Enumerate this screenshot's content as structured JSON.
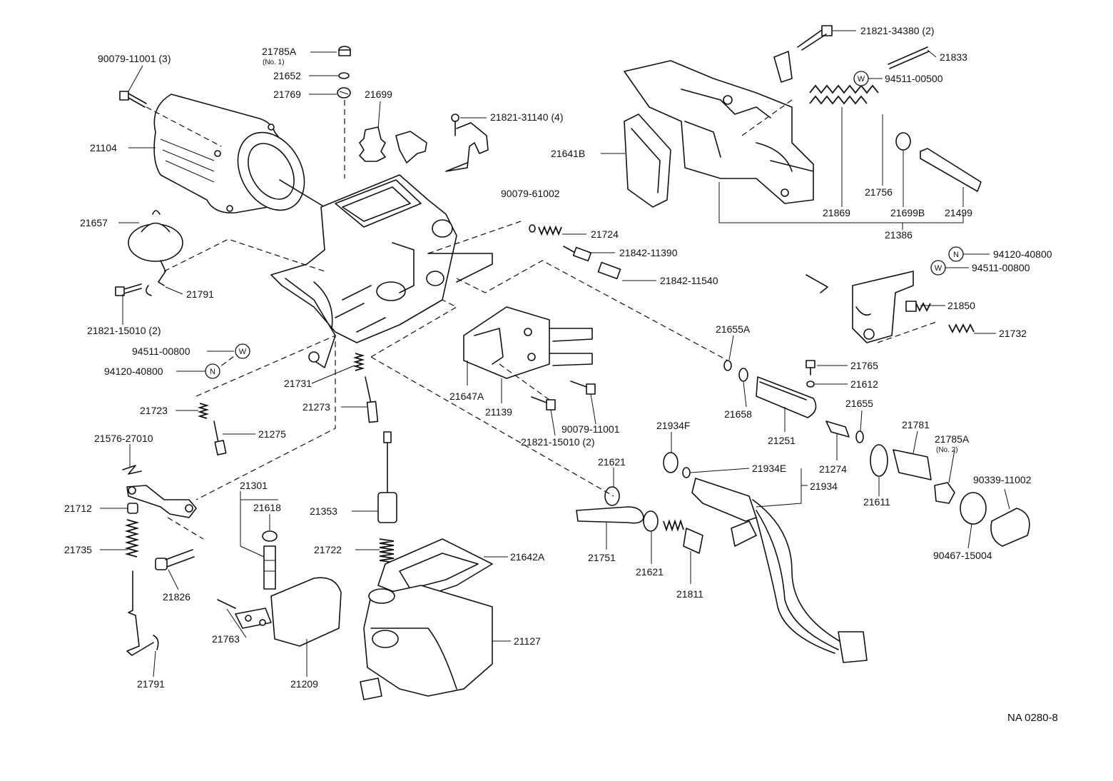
{
  "diagram": {
    "reference_code": "NA 0280-8",
    "labels": [
      {
        "id": "l1",
        "text": "90079-11001 (3)"
      },
      {
        "id": "l2",
        "text": "21785A"
      },
      {
        "id": "l2s",
        "text": "(No. 1)"
      },
      {
        "id": "l3",
        "text": "21652"
      },
      {
        "id": "l4",
        "text": "21769"
      },
      {
        "id": "l5",
        "text": "21699"
      },
      {
        "id": "l6",
        "text": "21821-31140 (4)"
      },
      {
        "id": "l7",
        "text": "21104"
      },
      {
        "id": "l8",
        "text": "21657"
      },
      {
        "id": "l9",
        "text": "21791"
      },
      {
        "id": "l10",
        "text": "21821-15010 (2)"
      },
      {
        "id": "l11",
        "text": "94511-00800"
      },
      {
        "id": "l12",
        "text": "94120-40800"
      },
      {
        "id": "l13",
        "text": "21731"
      },
      {
        "id": "l14",
        "text": "21723"
      },
      {
        "id": "l15",
        "text": "21273"
      },
      {
        "id": "l16",
        "text": "21275"
      },
      {
        "id": "l17",
        "text": "21576-27010"
      },
      {
        "id": "l18",
        "text": "21712"
      },
      {
        "id": "l19",
        "text": "21735"
      },
      {
        "id": "l20",
        "text": "21826"
      },
      {
        "id": "l21",
        "text": "21791"
      },
      {
        "id": "l22",
        "text": "21301"
      },
      {
        "id": "l23",
        "text": "21618"
      },
      {
        "id": "l24",
        "text": "21763"
      },
      {
        "id": "l25",
        "text": "21209"
      },
      {
        "id": "l26",
        "text": "21353"
      },
      {
        "id": "l27",
        "text": "21722"
      },
      {
        "id": "l28",
        "text": "21642A"
      },
      {
        "id": "l29",
        "text": "21127"
      },
      {
        "id": "l30",
        "text": "90079-61002"
      },
      {
        "id": "l31",
        "text": "21724"
      },
      {
        "id": "l32",
        "text": "21842-11390"
      },
      {
        "id": "l33",
        "text": "21842-11540"
      },
      {
        "id": "l34",
        "text": "21647A"
      },
      {
        "id": "l35",
        "text": "21139"
      },
      {
        "id": "l36",
        "text": "90079-11001"
      },
      {
        "id": "l37",
        "text": "21821-15010 (2)"
      },
      {
        "id": "l38",
        "text": "21621"
      },
      {
        "id": "l39",
        "text": "21751"
      },
      {
        "id": "l40",
        "text": "21621"
      },
      {
        "id": "l41",
        "text": "21811"
      },
      {
        "id": "l42",
        "text": "21934F"
      },
      {
        "id": "l43",
        "text": "21934E"
      },
      {
        "id": "l44",
        "text": "21934"
      },
      {
        "id": "l45",
        "text": "21655A"
      },
      {
        "id": "l46",
        "text": "21658"
      },
      {
        "id": "l47",
        "text": "21251"
      },
      {
        "id": "l48",
        "text": "21274"
      },
      {
        "id": "l49",
        "text": "21655"
      },
      {
        "id": "l50",
        "text": "21611"
      },
      {
        "id": "l51",
        "text": "21765"
      },
      {
        "id": "l52",
        "text": "21612"
      },
      {
        "id": "l53",
        "text": "21781"
      },
      {
        "id": "l54",
        "text": "21785A"
      },
      {
        "id": "l54s",
        "text": "(No. 2)"
      },
      {
        "id": "l55",
        "text": "90339-11002"
      },
      {
        "id": "l56",
        "text": "90467-15004"
      },
      {
        "id": "l57",
        "text": "21821-34380 (2)"
      },
      {
        "id": "l58",
        "text": "21833"
      },
      {
        "id": "l59",
        "text": "94511-00500"
      },
      {
        "id": "l60",
        "text": "21641B"
      },
      {
        "id": "l61",
        "text": "21756"
      },
      {
        "id": "l62",
        "text": "21869"
      },
      {
        "id": "l63",
        "text": "21699B"
      },
      {
        "id": "l64",
        "text": "21499"
      },
      {
        "id": "l65",
        "text": "21386"
      },
      {
        "id": "l66",
        "text": "94120-40800"
      },
      {
        "id": "l67",
        "text": "94511-00800"
      },
      {
        "id": "l68",
        "text": "21850"
      },
      {
        "id": "l69",
        "text": "21732"
      }
    ],
    "symbols": {
      "washer": "W",
      "nut": "N"
    }
  }
}
